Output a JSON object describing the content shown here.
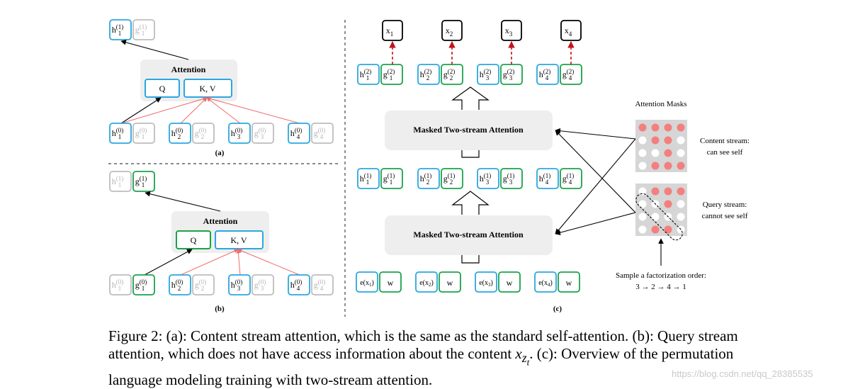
{
  "panel_a": {
    "top": [
      {
        "n": "h",
        "sub": "1",
        "sup": "(1)"
      },
      {
        "n": "g",
        "sub": "1",
        "sup": "(1)"
      }
    ],
    "attention_label": "Attention",
    "q_label": "Q",
    "kv_label": "K, V",
    "bottom": [
      {
        "n": "h",
        "sub": "1",
        "sup": "(0)"
      },
      {
        "n": "g",
        "sub": "1",
        "sup": "(0)"
      },
      {
        "n": "h",
        "sub": "2",
        "sup": "(0)"
      },
      {
        "n": "g",
        "sub": "2",
        "sup": "(0)"
      },
      {
        "n": "h",
        "sub": "3",
        "sup": "(0)"
      },
      {
        "n": "g",
        "sub": "3",
        "sup": "(0)"
      },
      {
        "n": "h",
        "sub": "4",
        "sup": "(0)"
      },
      {
        "n": "g",
        "sub": "4",
        "sup": "(0)"
      }
    ],
    "label": "(a)"
  },
  "panel_b": {
    "top": [
      {
        "n": "h",
        "sub": "1",
        "sup": "(1)"
      },
      {
        "n": "g",
        "sub": "1",
        "sup": "(1)"
      }
    ],
    "attention_label": "Attention",
    "q_label": "Q",
    "kv_label": "K, V",
    "bottom": [
      {
        "n": "h",
        "sub": "1",
        "sup": "(0)"
      },
      {
        "n": "g",
        "sub": "1",
        "sup": "(0)"
      },
      {
        "n": "h",
        "sub": "2",
        "sup": "(0)"
      },
      {
        "n": "g",
        "sub": "2",
        "sup": "(0)"
      },
      {
        "n": "h",
        "sub": "3",
        "sup": "(0)"
      },
      {
        "n": "g",
        "sub": "3",
        "sup": "(0)"
      },
      {
        "n": "h",
        "sub": "4",
        "sup": "(0)"
      },
      {
        "n": "g",
        "sub": "4",
        "sup": "(0)"
      }
    ],
    "label": "(b)"
  },
  "panel_c": {
    "outputs": [
      {
        "n": "x",
        "sub": "1"
      },
      {
        "n": "x",
        "sub": "2"
      },
      {
        "n": "x",
        "sub": "3"
      },
      {
        "n": "x",
        "sub": "4"
      }
    ],
    "layer2": [
      {
        "n": "h",
        "sub": "1",
        "sup": "(2)"
      },
      {
        "n": "g",
        "sub": "1",
        "sup": "(2)"
      },
      {
        "n": "h",
        "sub": "2",
        "sup": "(2)"
      },
      {
        "n": "g",
        "sub": "2",
        "sup": "(2)"
      },
      {
        "n": "h",
        "sub": "3",
        "sup": "(2)"
      },
      {
        "n": "g",
        "sub": "3",
        "sup": "(2)"
      },
      {
        "n": "h",
        "sub": "4",
        "sup": "(2)"
      },
      {
        "n": "g",
        "sub": "4",
        "sup": "(2)"
      }
    ],
    "masked_label": "Masked Two-stream Attention",
    "layer1": [
      {
        "n": "h",
        "sub": "1",
        "sup": "(1)"
      },
      {
        "n": "g",
        "sub": "1",
        "sup": "(1)"
      },
      {
        "n": "h",
        "sub": "2",
        "sup": "(1)"
      },
      {
        "n": "g",
        "sub": "2",
        "sup": "(1)"
      },
      {
        "n": "h",
        "sub": "3",
        "sup": "(1)"
      },
      {
        "n": "g",
        "sub": "3",
        "sup": "(1)"
      },
      {
        "n": "h",
        "sub": "4",
        "sup": "(1)"
      },
      {
        "n": "g",
        "sub": "4",
        "sup": "(1)"
      }
    ],
    "inputs": [
      {
        "e": "e(x",
        "sub": "1",
        "close": ")",
        "w": "w"
      },
      {
        "e": "e(x",
        "sub": "2",
        "close": ")",
        "w": "w"
      },
      {
        "e": "e(x",
        "sub": "3",
        "close": ")",
        "w": "w"
      },
      {
        "e": "e(x",
        "sub": "4",
        "close": ")",
        "w": "w"
      }
    ],
    "masks_title": "Attention Masks",
    "content_stream_label": [
      "Content stream:",
      "can see self"
    ],
    "query_stream_label": [
      "Query stream:",
      "cannot see self"
    ],
    "sample_label": [
      "Sample a factorization order:",
      "3 → 2 → 4 → 1"
    ],
    "content_mask": [
      [
        1,
        1,
        1,
        1
      ],
      [
        0,
        1,
        1,
        0
      ],
      [
        0,
        0,
        1,
        0
      ],
      [
        0,
        1,
        1,
        1
      ]
    ],
    "query_mask": [
      [
        0,
        1,
        1,
        1
      ],
      [
        0,
        0,
        1,
        0
      ],
      [
        0,
        0,
        0,
        0
      ],
      [
        0,
        1,
        1,
        0
      ]
    ],
    "label": "(c)"
  },
  "colors": {
    "content_blue": "#2aa7e0",
    "query_green": "#1aa24a",
    "masked_gray": "#bdbdbd",
    "red": "#f06a6a",
    "mask_red": "#f47f7f",
    "dark_red": "#c0141c",
    "panel_gray": "#eeeeee",
    "mask_bg": "#d6d6d6"
  },
  "caption": {
    "part1": "Figure 2: (a): Content stream attention, which is the same as the standard self-attention. (b): Query stream attention, which does not have access information about the content ",
    "math_base": "x",
    "math_sub": "z",
    "math_subsub": "t",
    "part2": ". (c): Overview of the permutation language modeling training with two-stream attention."
  },
  "watermark": "https://blog.csdn.net/qq_28385535"
}
